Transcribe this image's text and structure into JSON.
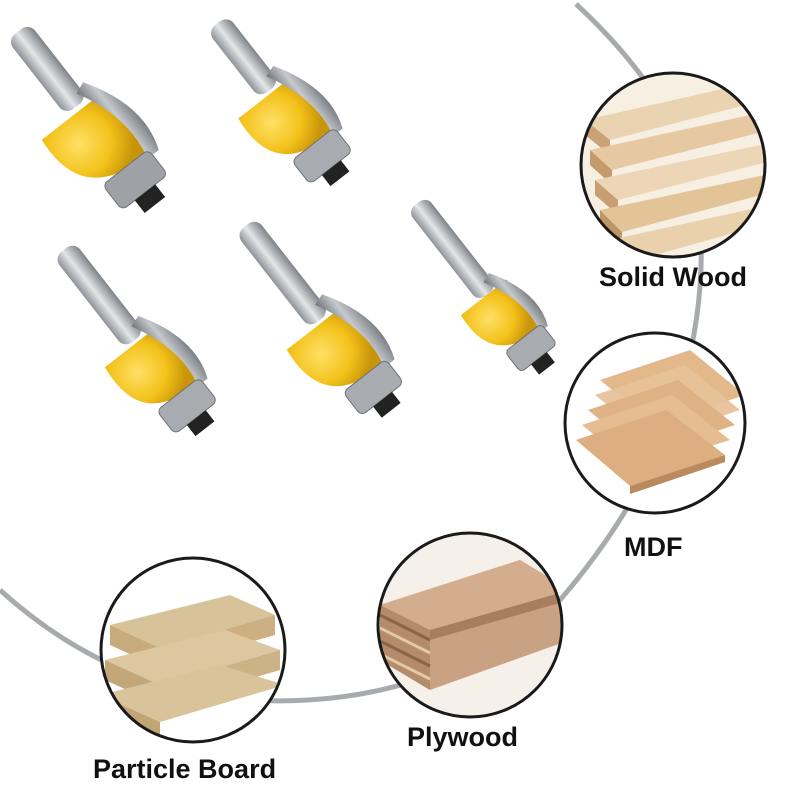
{
  "materials": [
    {
      "id": "solid-wood",
      "label": "Solid Wood"
    },
    {
      "id": "mdf",
      "label": "MDF"
    },
    {
      "id": "plywood",
      "label": "Plywood"
    },
    {
      "id": "particle-board",
      "label": "Particle Board"
    }
  ],
  "product": {
    "router_bit_count": 5
  },
  "colors": {
    "arc": "#a8abae",
    "bit_body": "#f3c21a",
    "bit_body_shadow": "#d9a50c",
    "shank": "#b9bcc0",
    "bearing": "#8e9297",
    "label_text": "#111111",
    "wood_light": "#e6c9a2",
    "wood_mid": "#d2ab7c",
    "mdf_face": "#e3b98c",
    "plywood_face": "#c9a283",
    "particle_face": "#d8c29a"
  }
}
